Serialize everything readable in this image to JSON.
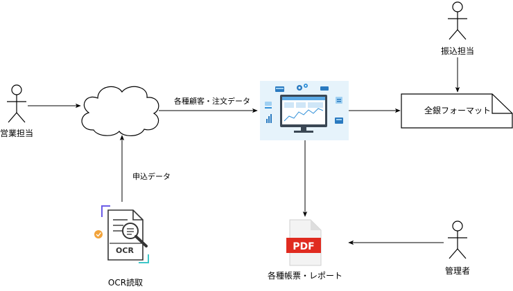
{
  "actors": {
    "sales": "営業担当",
    "transfer": "振込担当",
    "admin": "管理者"
  },
  "edges": {
    "customer_order": "各種顧客・注文データ",
    "application": "申込データ"
  },
  "nodes": {
    "zengin": "全銀フォーマット",
    "ocr_caption": "OCR読取",
    "ocr_badge": "OCR",
    "pdf_badge": "PDF",
    "reports": "各種帳票・レポート"
  },
  "colors": {
    "line": "#000000",
    "pdf_red": "#e02b20",
    "ocr_accent": "#f2a33a",
    "ocr_frame": "#6b5ce7",
    "ocr_teal": "#3cc6c8",
    "dashboard_bg": "#e6f3fb"
  },
  "icons": {
    "actor": "person-icon",
    "cloud": "cloud-icon",
    "dashboard": "dashboard-icon",
    "document": "document-icon",
    "pdf": "pdf-file-icon",
    "ocr": "ocr-scan-icon"
  }
}
